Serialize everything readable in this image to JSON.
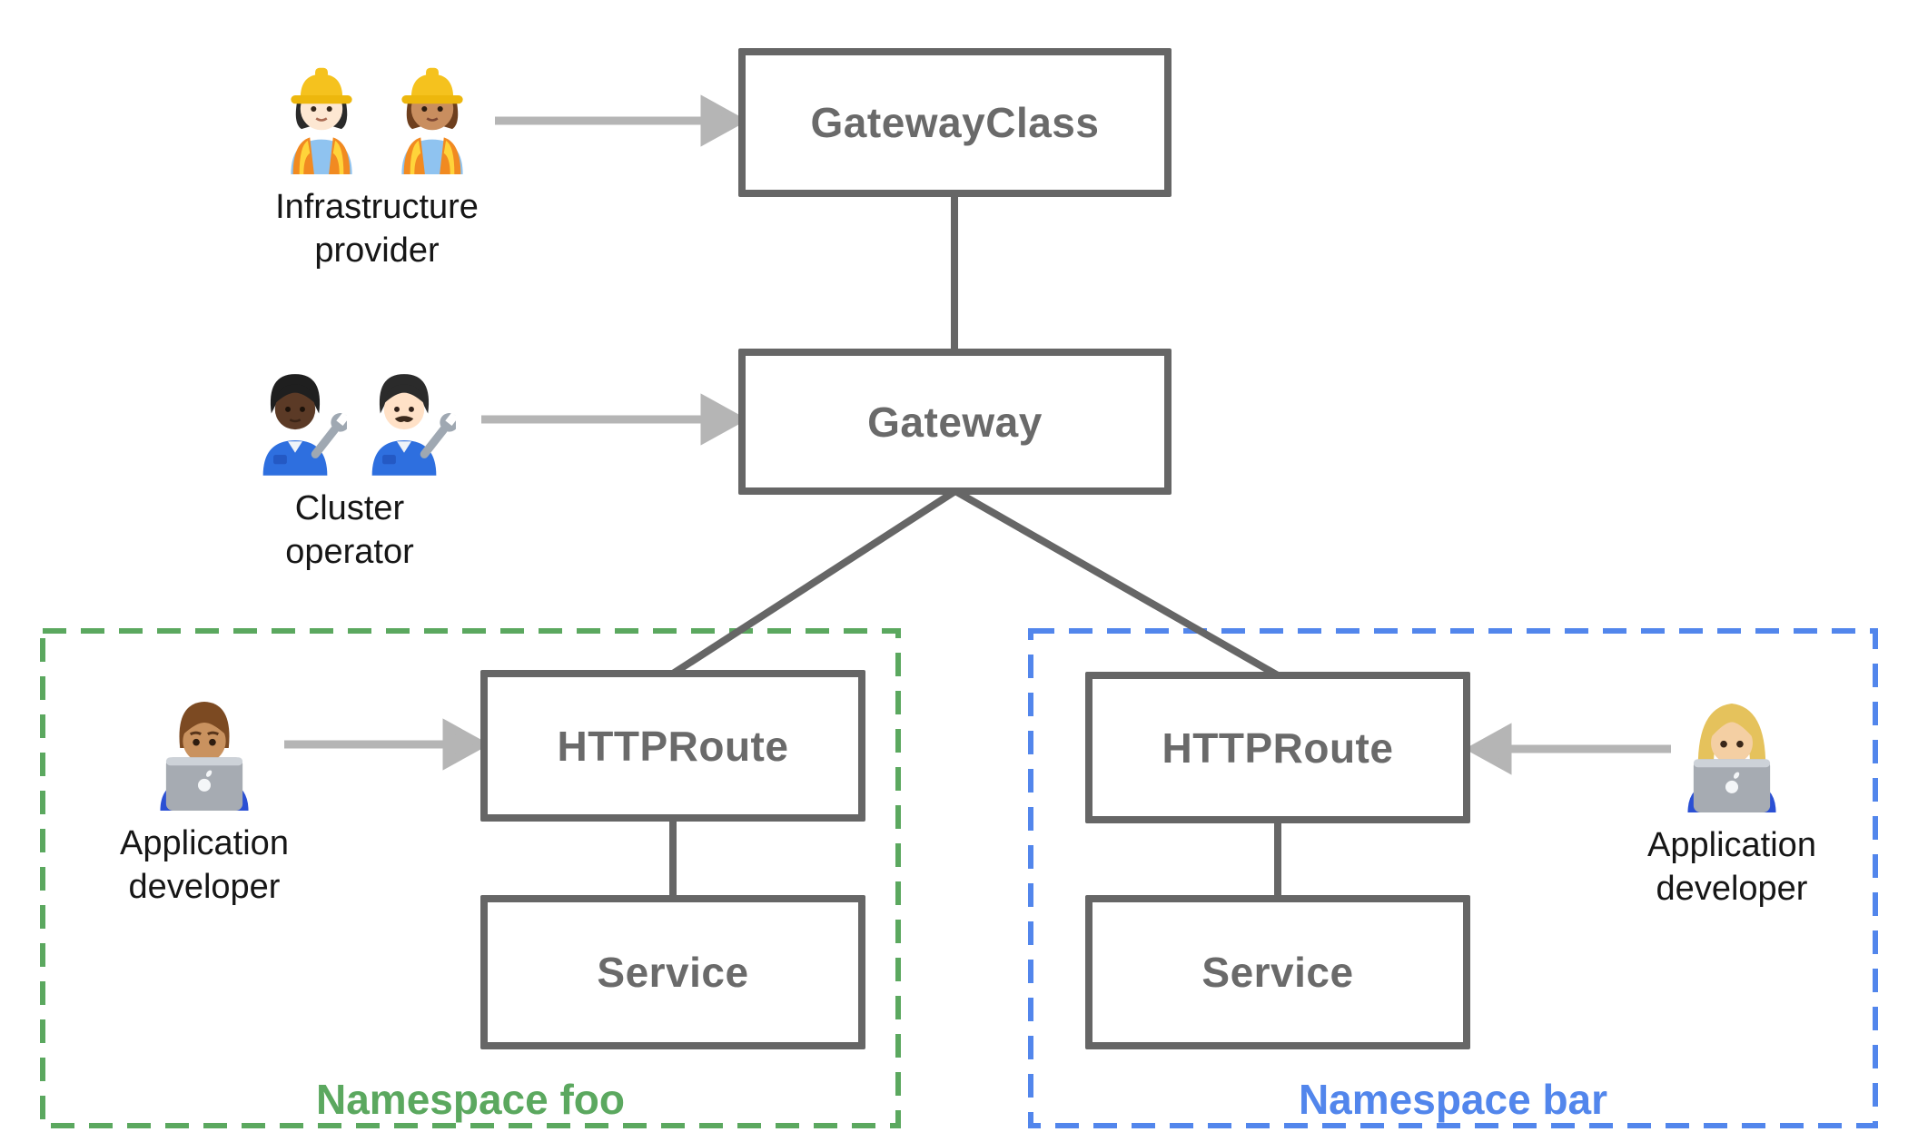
{
  "nodes": {
    "gatewayclass": {
      "label": "GatewayClass"
    },
    "gateway": {
      "label": "Gateway"
    },
    "httproute_foo": {
      "label": "HTTPRoute"
    },
    "service_foo": {
      "label": "Service"
    },
    "httproute_bar": {
      "label": "HTTPRoute"
    },
    "service_bar": {
      "label": "Service"
    }
  },
  "personas": {
    "infrastructure_provider": {
      "line1": "Infrastructure",
      "line2": "provider",
      "icons": [
        "woman-construction-worker-light-emoji",
        "woman-construction-worker-medium-emoji"
      ]
    },
    "cluster_operator": {
      "line1": "Cluster",
      "line2": "operator",
      "icons": [
        "mechanic-dark-skin-emoji",
        "man-mechanic-light-emoji"
      ]
    },
    "app_developer_foo": {
      "line1": "Application",
      "line2": "developer",
      "icons": [
        "man-technologist-emoji"
      ]
    },
    "app_developer_bar": {
      "line1": "Application",
      "line2": "developer",
      "icons": [
        "woman-technologist-emoji"
      ]
    }
  },
  "namespaces": {
    "foo": {
      "label": "Namespace foo",
      "color": "#5ba85f"
    },
    "bar": {
      "label": "Namespace bar",
      "color": "#5286ec"
    }
  },
  "colors": {
    "box_border": "#666666",
    "box_label": "#6a6a6a",
    "connector_line": "#666666",
    "arrow": "#b5b5b5",
    "persona_label": "#161616"
  }
}
